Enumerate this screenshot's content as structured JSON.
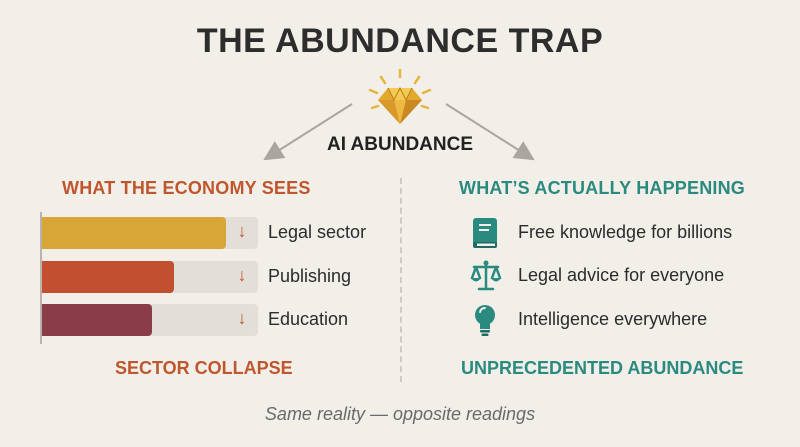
{
  "title": "THE ABUNDANCE TRAP",
  "center": {
    "label": "AI ABUNDANCE",
    "icon": "diamond-icon"
  },
  "left": {
    "heading": "WHAT THE ECONOMY SEES",
    "items": [
      {
        "label": "Legal sector",
        "fill_fraction": 0.85,
        "color": "#d7a637",
        "trend": "↓"
      },
      {
        "label": "Publishing",
        "fill_fraction": 0.61,
        "color": "#c24f2f",
        "trend": "↓"
      },
      {
        "label": "Education",
        "fill_fraction": 0.51,
        "color": "#8a3c48",
        "trend": "↓"
      }
    ],
    "footer": "SECTOR COLLAPSE"
  },
  "right": {
    "heading": "WHAT’S ACTUALLY HAPPENING",
    "items": [
      {
        "label": "Free knowledge for billions",
        "icon": "book-icon"
      },
      {
        "label": "Legal advice for everyone",
        "icon": "scales-icon"
      },
      {
        "label": "Intelligence everywhere",
        "icon": "lightbulb-icon"
      }
    ],
    "footer": "UNPRECEDENTED ABUNDANCE"
  },
  "caption": "Same reality — opposite readings",
  "colors": {
    "warm": "#c0562d",
    "teal": "#2b8a80",
    "background": "#f1efe8"
  }
}
